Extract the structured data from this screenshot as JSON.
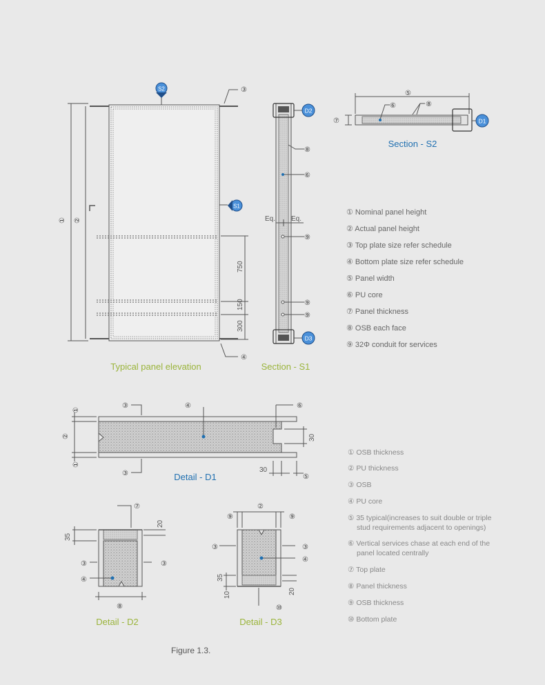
{
  "titles": {
    "elevation": "Typical panel elevation",
    "section_s1": "Section - S1",
    "section_s2": "Section - S2",
    "detail_d1": "Detail - D1",
    "detail_d2": "Detail - D2",
    "detail_d3": "Detail - D3"
  },
  "markers": {
    "s1": "S1",
    "s2": "S2",
    "d1": "D1",
    "d2": "D2",
    "d3": "D3"
  },
  "dims": {
    "d750": "750",
    "d150": "150",
    "d300": "300",
    "d30a": "30",
    "d30b": "30",
    "d35a": "35",
    "d20a": "20",
    "d35b": "35",
    "d10": "10",
    "d20b": "20",
    "eq1": "Eq.",
    "eq2": "Eq."
  },
  "legend_top": [
    "① Nominal panel height",
    "② Actual panel height",
    "③ Top plate size refer schedule",
    "④ Bottom plate size refer schedule",
    "⑤ Panel width",
    "⑥ PU core",
    "⑦ Panel thickness",
    "⑧ OSB each face",
    "⑨ 32Φ conduit for services"
  ],
  "legend_bottom": [
    "① OSB thickness",
    "② PU thickness",
    "③ OSB",
    "④ PU core",
    "⑤ 35 typical(increases to suit double or triple",
    "stud requirements adjacent to openings)",
    "⑥ Vertical services chase at each end of the",
    "panel located centrally",
    "⑦ Top plate",
    "⑧ Panel thickness",
    "⑨ OSB thickness",
    "⑩ Bottom plate"
  ],
  "figure_caption": "Figure 1.3.",
  "callouts": {
    "c1": "①",
    "c2": "②",
    "c3": "③",
    "c4": "④",
    "c5": "⑤",
    "c6": "⑥",
    "c7": "⑦",
    "c8": "⑧",
    "c9": "⑨",
    "c10": "⑩"
  },
  "colors": {
    "accent_green": "#9ab43a",
    "accent_blue": "#1f6fb0",
    "marker_fill": "#4a90d9",
    "line": "#555555"
  }
}
